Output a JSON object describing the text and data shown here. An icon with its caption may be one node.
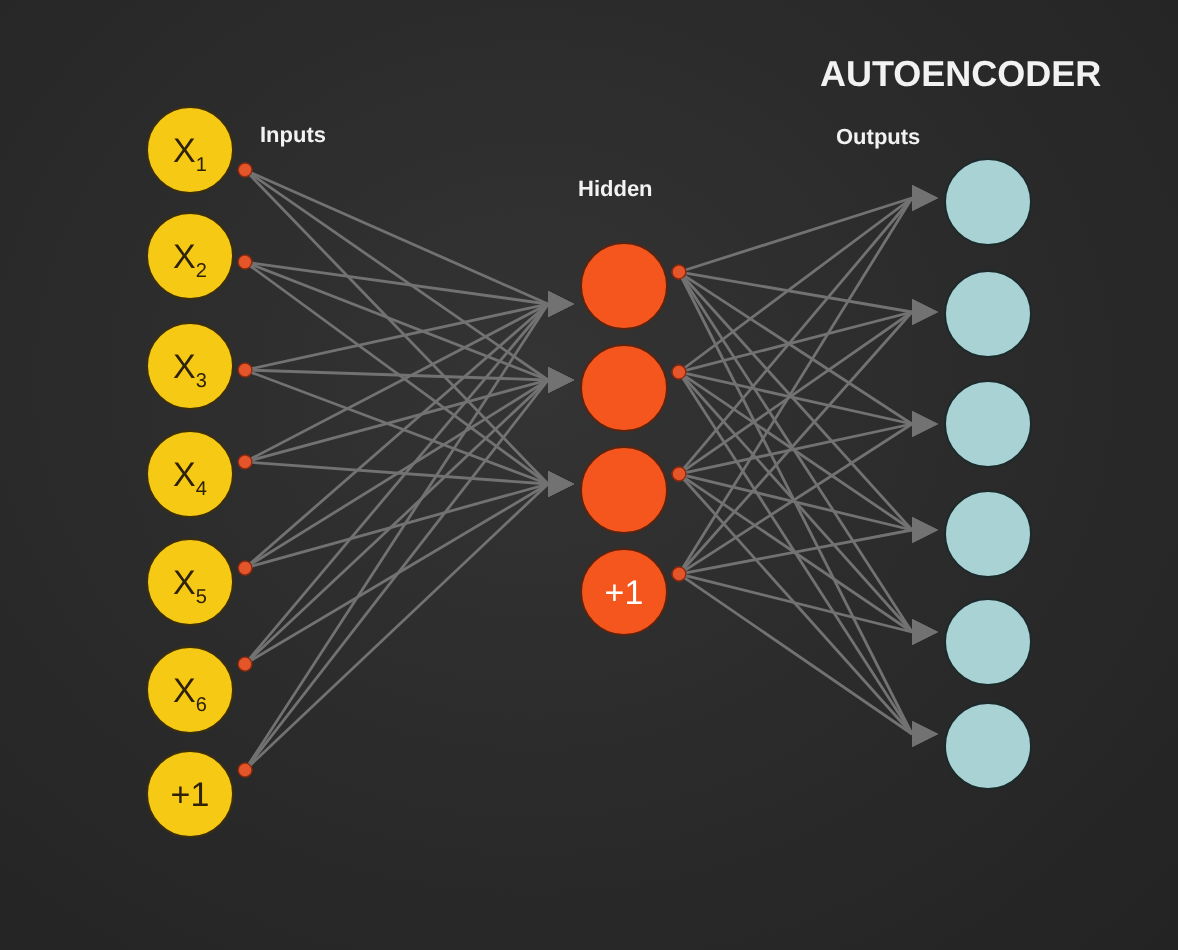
{
  "diagram": {
    "title": "AUTOENCODER",
    "nodes": [
      {
        "text": [
          "X$_{1}$"
        ]
      },
      {
        "text": [
          "X$_{2}$"
        ]
      },
      {
        "text": [
          "X$_{3}$"
        ]
      },
      {
        "text": [
          "X$_{4}$"
        ]
      },
      {
        "text": [
          "X$_{5}$"
        ]
      },
      {
        "text": [
          "X$_{6}$"
        ]
      },
      {
        "text": [
          "+1"
        ]
      },
      {
        "text": [],
        "shape": "circle"
      },
      {
        "text": [],
        "shape": "circle"
      },
      {
        "text": [],
        "shape": "circle"
      },
      {
        "text": [
          "+1"
        ]
      },
      {
        "text": [],
        "shape": "circle"
      },
      {
        "text": [],
        "shape": "circle"
      },
      {
        "text": [],
        "shape": "circle"
      },
      {
        "text": [],
        "shape": "circle"
      },
      {
        "text": [],
        "shape": "circle"
      },
      {
        "text": [],
        "shape": "circle"
      }
    ],
    "edges": [
      {
        "from": 0,
        "to": 7,
        "arrow": "to"
      },
      {
        "from": 0,
        "to": 8,
        "arrow": "to"
      },
      {
        "from": 0,
        "to": 9,
        "arrow": "to"
      },
      {
        "from": 1,
        "to": 7,
        "arrow": "to"
      },
      {
        "from": 1,
        "to": 8,
        "arrow": "to"
      },
      {
        "from": 1,
        "to": 9,
        "arrow": "to"
      },
      {
        "from": 2,
        "to": 7,
        "arrow": "to"
      },
      {
        "from": 2,
        "to": 8,
        "arrow": "to"
      },
      {
        "from": 2,
        "to": 9,
        "arrow": "to"
      },
      {
        "from": 3,
        "to": 7,
        "arrow": "to"
      },
      {
        "from": 3,
        "to": 8,
        "arrow": "to"
      },
      {
        "from": 3,
        "to": 9,
        "arrow": "to"
      },
      {
        "from": 4,
        "to": 7,
        "arrow": "to"
      },
      {
        "from": 4,
        "to": 8,
        "arrow": "to"
      },
      {
        "from": 4,
        "to": 9,
        "arrow": "to"
      },
      {
        "from": 5,
        "to": 7,
        "arrow": "to"
      },
      {
        "from": 5,
        "to": 8,
        "arrow": "to"
      },
      {
        "from": 5,
        "to": 9,
        "arrow": "to"
      },
      {
        "from": 6,
        "to": 7,
        "arrow": "to"
      },
      {
        "from": 6,
        "to": 8,
        "arrow": "to"
      },
      {
        "from": 6,
        "to": 9,
        "arrow": "to"
      },
      {
        "from": 7,
        "to": 11,
        "arrow": "to"
      },
      {
        "from": 7,
        "to": 12,
        "arrow": "to"
      },
      {
        "from": 7,
        "to": 13,
        "arrow": "to"
      },
      {
        "from": 7,
        "to": 14,
        "arrow": "to"
      },
      {
        "from": 7,
        "to": 15,
        "arrow": "to"
      },
      {
        "from": 7,
        "to": 16,
        "arrow": "to"
      },
      {
        "from": 8,
        "to": 11,
        "arrow": "to"
      },
      {
        "from": 8,
        "to": 12,
        "arrow": "to"
      },
      {
        "from": 8,
        "to": 13,
        "arrow": "to"
      },
      {
        "from": 8,
        "to": 14,
        "arrow": "to"
      },
      {
        "from": 8,
        "to": 15,
        "arrow": "to"
      },
      {
        "from": 8,
        "to": 16,
        "arrow": "to"
      },
      {
        "from": 9,
        "to": 11,
        "arrow": "to"
      },
      {
        "from": 9,
        "to": 12,
        "arrow": "to"
      },
      {
        "from": 9,
        "to": 13,
        "arrow": "to"
      },
      {
        "from": 9,
        "to": 14,
        "arrow": "to"
      },
      {
        "from": 9,
        "to": 15,
        "arrow": "to"
      },
      {
        "from": 9,
        "to": 16,
        "arrow": "to"
      },
      {
        "from": 10,
        "to": 11,
        "arrow": "to"
      },
      {
        "from": 10,
        "to": 12,
        "arrow": "to"
      },
      {
        "from": 10,
        "to": 13,
        "arrow": "to"
      },
      {
        "from": 10,
        "to": 14,
        "arrow": "to"
      },
      {
        "from": 10,
        "to": 15,
        "arrow": "to"
      },
      {
        "from": 10,
        "to": 16,
        "arrow": "to"
      }
    ],
    "labels": [
      "Inputs",
      "Outputs",
      "Hidden"
    ]
  }
}
